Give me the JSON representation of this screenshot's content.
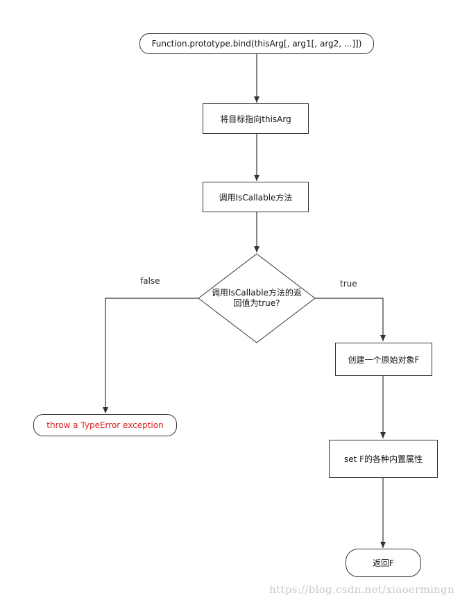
{
  "nodes": {
    "start": "Function.prototype.bind(thisArg[, arg1[, arg2, ...]])",
    "step1": "将目标指向thisArg",
    "step2": "调用IsCallable方法",
    "decision_line1": "调用IsCallable方法的返",
    "decision_line2": "回值为true?",
    "false_result": "throw a TypeError exception",
    "true_step1": "创建一个原始对象F",
    "true_step2": "set F的各种内置属性",
    "end": "返回F"
  },
  "edges": {
    "false_label": "false",
    "true_label": "true"
  },
  "colors": {
    "error_text": "#e02020",
    "stroke": "#333333"
  },
  "watermark": "https://blog.csdn.net/xiaoermingn"
}
